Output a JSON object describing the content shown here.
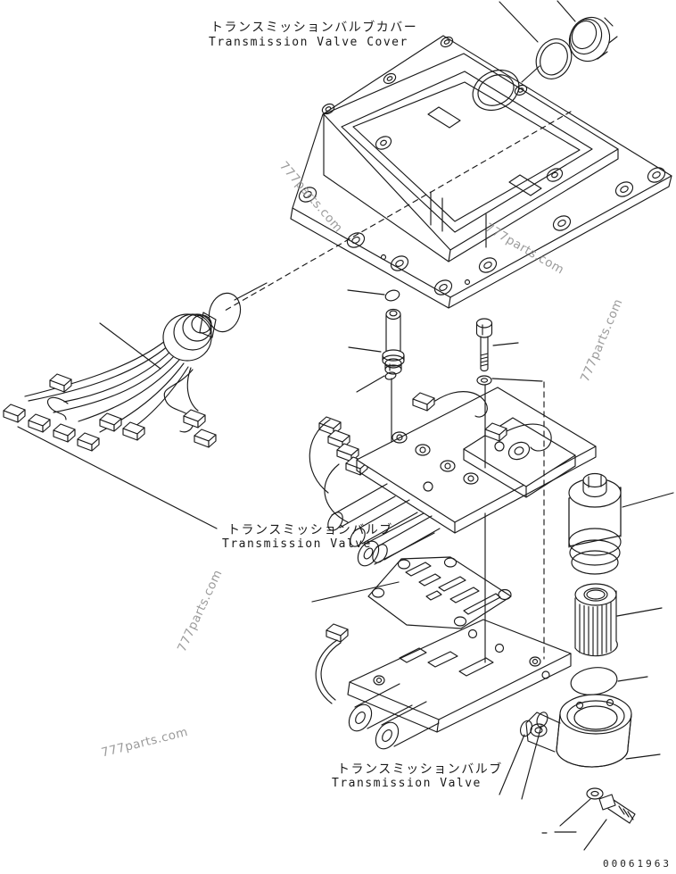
{
  "page": {
    "background": "#ffffff",
    "line_color": "#1a1a1a",
    "watermark_color": "#8a8a8a"
  },
  "labels": {
    "cover_jp": "トランスミッションバルブカバー",
    "cover_en": "Transmission Valve Cover",
    "valve_upper_jp": "トランスミッションバルブ",
    "valve_upper_en": "Transmission Valve",
    "valve_lower_jp": "トランスミッションバルブ",
    "valve_lower_en": "Transmission Valve"
  },
  "watermark": "777parts.com",
  "part_number": "00061963"
}
